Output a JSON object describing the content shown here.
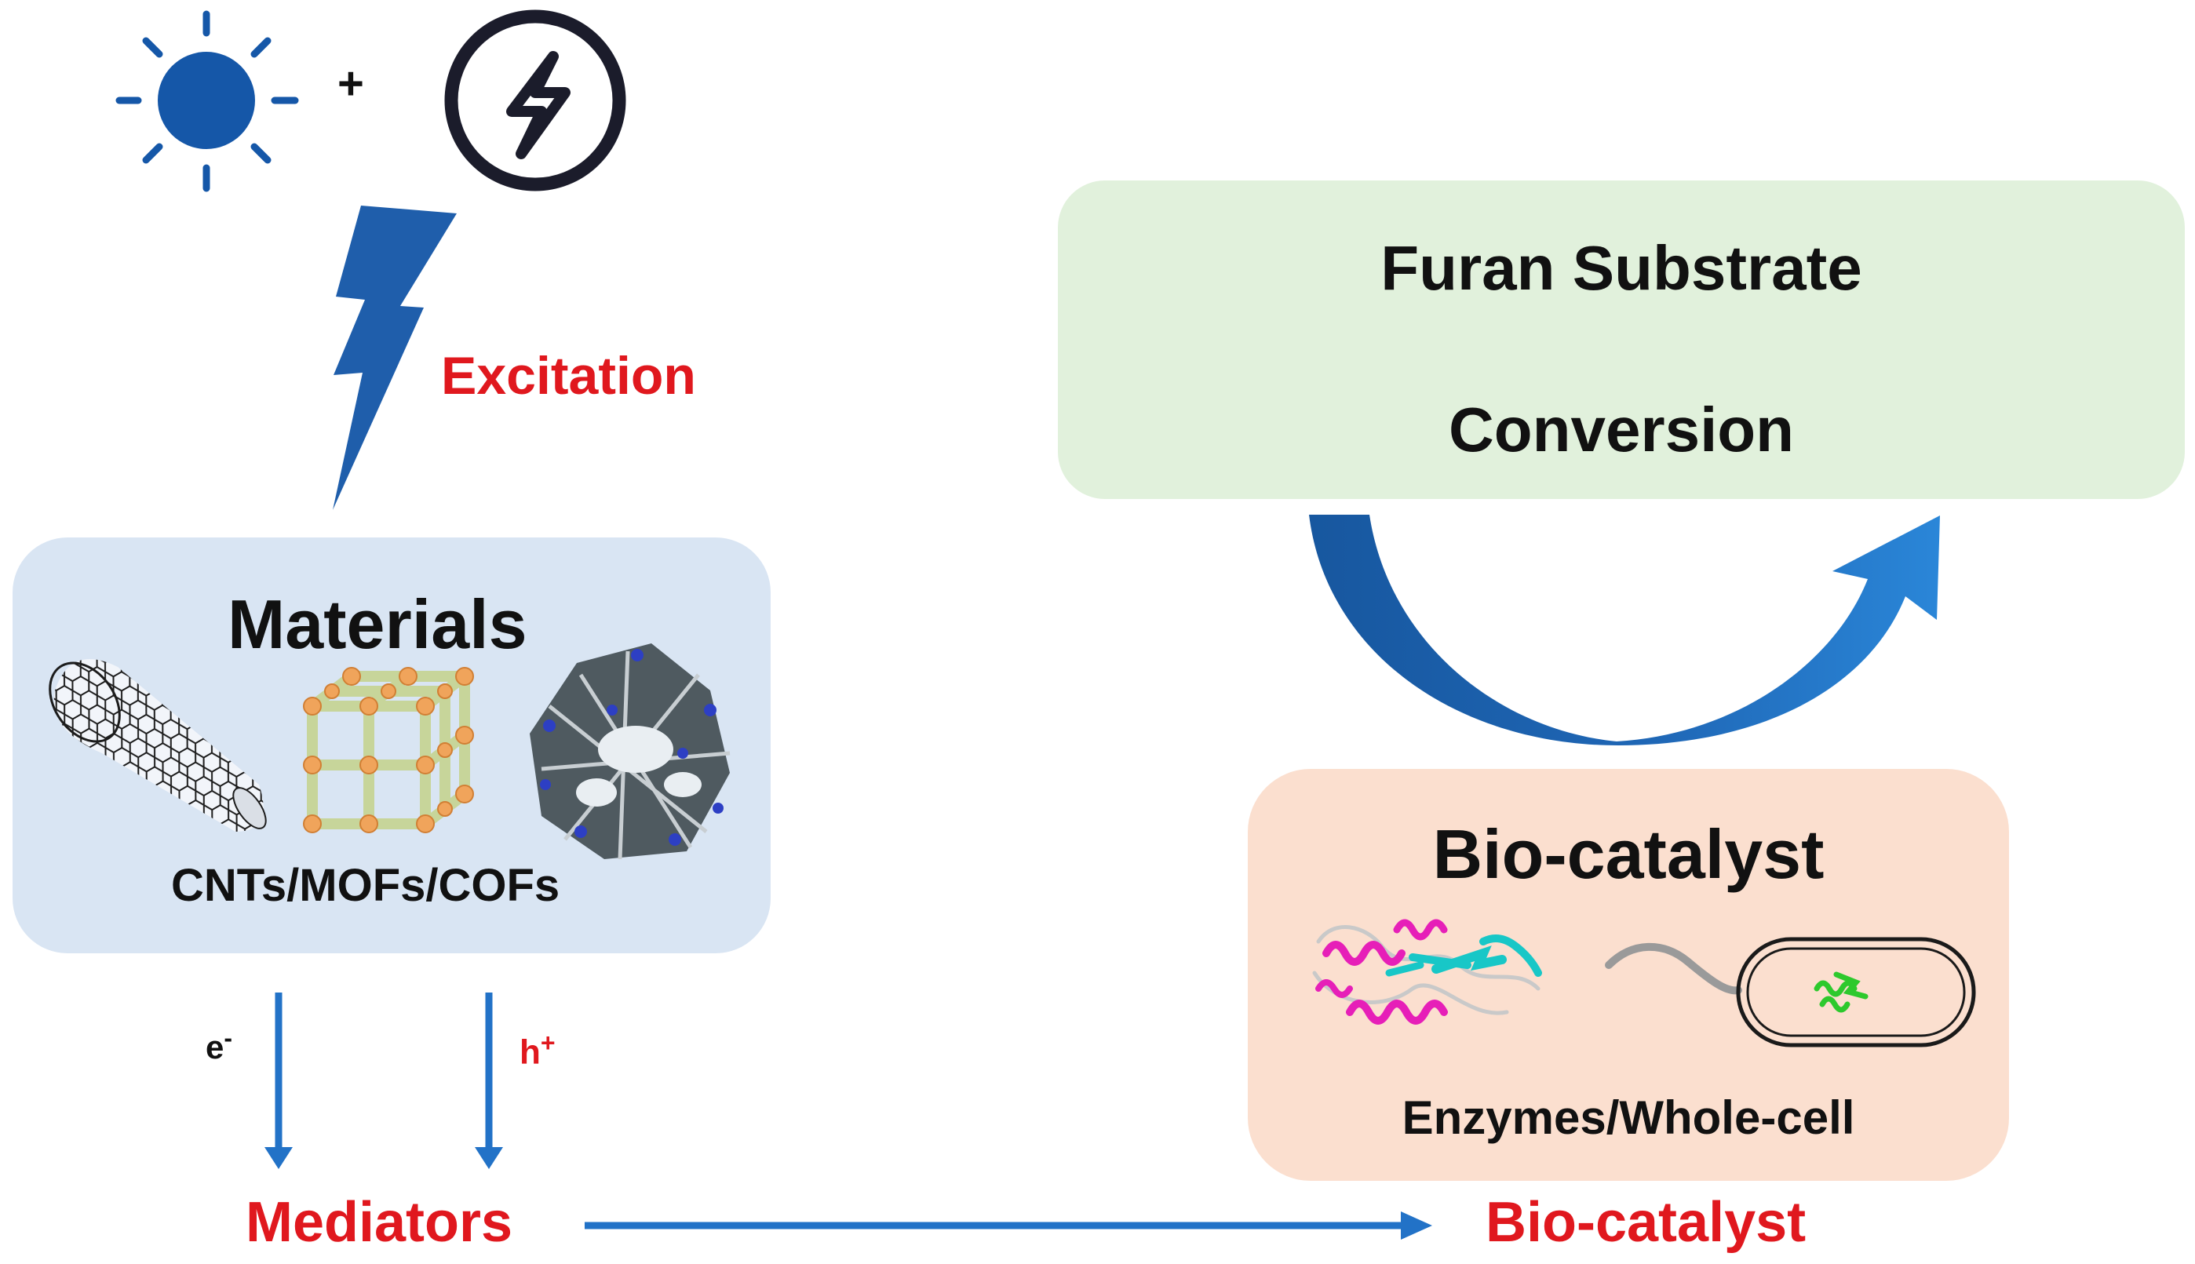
{
  "energy": {
    "plus": "+",
    "excitation": "Excitation"
  },
  "materials": {
    "title": "Materials",
    "subtitle": "CNTs/MOFs/COFs"
  },
  "charges": {
    "electron": "e",
    "electron_sup": "-",
    "hole": "h",
    "hole_sup": "+"
  },
  "flow": {
    "mediators": "Mediators",
    "biocatalyst_target": "Bio-catalyst"
  },
  "furan": {
    "line1": "Furan Substrate",
    "line2": "Conversion"
  },
  "biocatalyst": {
    "title": "Bio-catalyst",
    "subtitle": "Enzymes/Whole-cell"
  },
  "colors": {
    "accent_red": "#e0181e",
    "arrow_blue": "#2272c7",
    "sun_blue": "#1557a8",
    "bolt_blue": "#1f5eab",
    "materials_bg": "#d9e5f3",
    "furan_bg": "#e1f1dc",
    "biocatalyst_bg": "#fbdfcf"
  },
  "icons": [
    "sun-icon",
    "lightning-circle-icon",
    "lightning-bolt-icon",
    "carbon-nanotube-icon",
    "mof-lattice-icon",
    "cof-framework-icon",
    "enzyme-protein-icon",
    "whole-cell-icon",
    "cycle-arrow-icon"
  ]
}
